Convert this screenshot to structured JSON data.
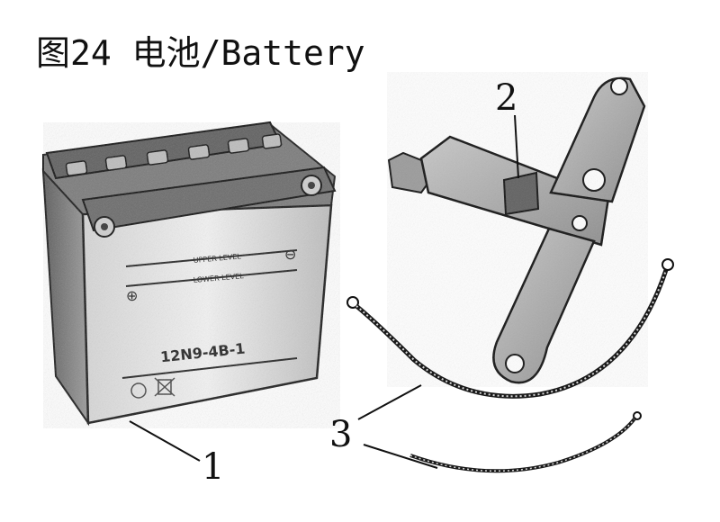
{
  "figure": {
    "title": "图24 电池/Battery"
  },
  "battery": {
    "model": "12N9-4B-1",
    "upper_level": "UPPER LEVEL",
    "lower_level": "LOWER LEVEL",
    "plus_sign": "⊕",
    "minus_sign": "⊖"
  },
  "callouts": [
    {
      "number": "1",
      "part": "battery"
    },
    {
      "number": "2",
      "part": "bracket"
    },
    {
      "number": "3",
      "part": "cables"
    }
  ],
  "colors": {
    "ink": "#1a1a1a",
    "shade": "#8a8a8a",
    "light": "#e8e8e8"
  }
}
